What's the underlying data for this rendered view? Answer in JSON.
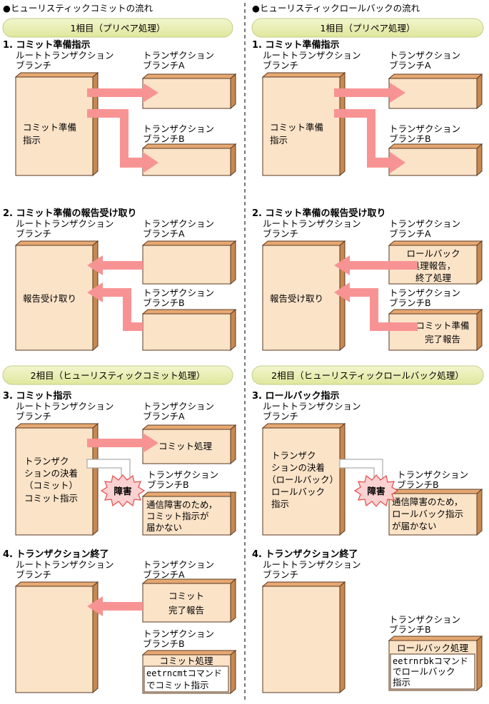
{
  "diagram": {
    "left": {
      "heading": "●ヒューリスティックコミットの流れ",
      "phase1": "1相目（プリペア処理）",
      "phase2": "2相目（ヒューリスティックコミット処理）",
      "s1": {
        "title": "1. コミット準備指示",
        "root": [
          "ルートトランザクション",
          "ブランチ"
        ],
        "branchA": [
          "トランザクション",
          "ブランチA"
        ],
        "branchB": [
          "トランザクション",
          "ブランチB"
        ],
        "rootText": [
          "コミット準備",
          "指示"
        ]
      },
      "s2": {
        "title": "2. コミット準備の報告受け取り",
        "root": [
          "ルートトランザクション",
          "ブランチ"
        ],
        "branchA": [
          "トランザクション",
          "ブランチA"
        ],
        "branchB": [
          "トランザクション",
          "ブランチB"
        ],
        "rootText": [
          "報告受け取り"
        ]
      },
      "s3": {
        "title": "3. コミット指示",
        "root": [
          "ルートトランザクション",
          "ブランチ"
        ],
        "branchA": [
          "トランザクション",
          "ブランチA"
        ],
        "branchB": [
          "トランザクション",
          "ブランチB"
        ],
        "rootText": [
          "トランザク",
          "ションの決着",
          "（コミット）",
          "コミット指示"
        ],
        "boxA": [
          "コミット処理"
        ],
        "boxB": [
          "通信障害のため，",
          "コミット指示が",
          "届かない"
        ],
        "fault": "障害"
      },
      "s4": {
        "title": "4. トランザクション終了",
        "root": [
          "ルートトランザクション",
          "ブランチ"
        ],
        "branchA": [
          "トランザクション",
          "ブランチA"
        ],
        "branchB": [
          "トランザクション",
          "ブランチB"
        ],
        "boxA": [
          "コミット",
          "完了報告"
        ],
        "cmdTitle": "コミット処理",
        "cmdBody": [
          "eetrncmtコマンド",
          "でコミット指示"
        ]
      }
    },
    "right": {
      "heading": "●ヒューリスティックロールバックの流れ",
      "phase1": "1相目（プリペア処理）",
      "phase2": "2相目（ヒューリスティックロールバック処理）",
      "s1": {
        "title": "1. コミット準備指示",
        "root": [
          "ルートトランザクション",
          "ブランチ"
        ],
        "branchA": [
          "トランザクション",
          "ブランチA"
        ],
        "branchB": [
          "トランザクション",
          "ブランチB"
        ],
        "rootText": [
          "コミット準備",
          "指示"
        ]
      },
      "s2": {
        "title": "2. コミット準備の報告受け取り",
        "root": [
          "ルートトランザクション",
          "ブランチ"
        ],
        "branchA": [
          "トランザクション",
          "ブランチA"
        ],
        "branchB": [
          "トランザクション",
          "ブランチB"
        ],
        "rootText": [
          "報告受け取り"
        ],
        "boxA": [
          "ロールバック",
          "処理報告，",
          "終了処理"
        ],
        "boxB": [
          "コミット準備",
          "完了報告"
        ]
      },
      "s3": {
        "title": "3. ロールバック指示",
        "root": [
          "ルートトランザクション",
          "ブランチ"
        ],
        "branchB": [
          "トランザクション",
          "ブランチB"
        ],
        "rootText": [
          "トランザク",
          "ションの決着",
          "（ロールバック）",
          "ロールバック",
          "指示"
        ],
        "boxB": [
          "通信障害のため，",
          "ロールバック指示",
          "が届かない"
        ],
        "fault": "障害"
      },
      "s4": {
        "title": "4. トランザクション終了",
        "root": [
          "ルートトランザクション",
          "ブランチ"
        ],
        "branchB": [
          "トランザクション",
          "ブランチB"
        ],
        "cmdTitle": "ロールバック処理",
        "cmdBody": [
          "eetrnrbkコマンド",
          "でロールバック",
          "指示"
        ]
      }
    },
    "colors": {
      "box": "#fbe3c8",
      "boxEdge": "#5a3a22",
      "boxSide": "#c8884f",
      "arrow": "#f89394",
      "phase": "#e9efb5"
    }
  }
}
